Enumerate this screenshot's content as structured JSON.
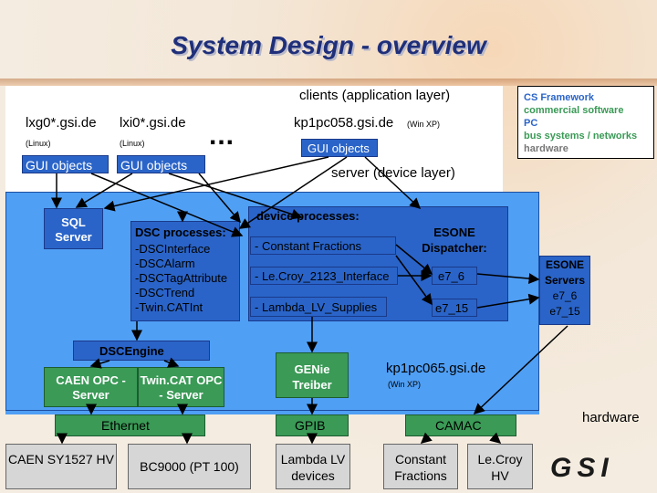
{
  "title": "System Design - overview",
  "layers": {
    "clients": "clients (application layer)",
    "server": "server (device layer)",
    "hardware": "hardware"
  },
  "legend": [
    {
      "text": "CS Framework",
      "color": "#2a64c8"
    },
    {
      "text": "commercial software",
      "color": "#3a9a56"
    },
    {
      "text": "PC",
      "color": "#2a64c8"
    },
    {
      "text": "bus systems / networks",
      "color": "#3a9a56"
    },
    {
      "text": "hardware",
      "color": "#777777"
    }
  ],
  "clients": {
    "lxg": {
      "host": "lxg0*.gsi.de",
      "os": "(Linux)",
      "gui": "GUI objects"
    },
    "lxi": {
      "host": "lxi0*.gsi.de",
      "os": "(Linux)",
      "gui": "GUI objects"
    },
    "ellipsis": "...",
    "kp058": {
      "host": "kp1pc058.gsi.de",
      "os": "(Win XP)",
      "gui": "GUI objects"
    }
  },
  "server": {
    "sql": "SQL Server",
    "dsc_title": "DSC processes:",
    "dsc_items": [
      "-DSCInterface",
      "-DSCAlarm",
      "-DSCTagAttribute",
      "-DSCTrend",
      "-Twin.CATInt"
    ],
    "device_title": "device processes:",
    "device_items": [
      "- Constant Fractions",
      "- Le.Croy_2123_Interface",
      "- Lambda_LV_Supplies"
    ],
    "esone_dispatcher": "ESONE Dispatcher:",
    "e7_6": "e7_6",
    "e7_15": "e7_15",
    "esone_servers": [
      "ESONE",
      "Servers",
      "e7_6",
      "e7_15"
    ],
    "dscengine": "DSCEngine",
    "caen_opc": "CAEN OPC - Server",
    "twincat_opc": "Twin.CAT OPC - Server",
    "genie": "GENie Treiber",
    "kp065_host": "kp1pc065.gsi.de",
    "kp065_os": "(Win XP)"
  },
  "buses": {
    "ethernet": "Ethernet",
    "gpib": "GPIB",
    "camac": "CAMAC"
  },
  "hardware": {
    "caen": "CAEN SY1527 HV",
    "bc9000": "BC9000 (PT 100)",
    "lambda": "Lambda LV devices",
    "constant": "Constant Fractions",
    "lecroy": "Le.Croy HV"
  },
  "logo": "GSI",
  "colors": {
    "title": "#1f2f7a",
    "server_bg": "#4f9ff5",
    "framework_blue": "#2a64c8",
    "commercial_green": "#3a9a56",
    "hardware_gray": "#d6d6d6"
  }
}
